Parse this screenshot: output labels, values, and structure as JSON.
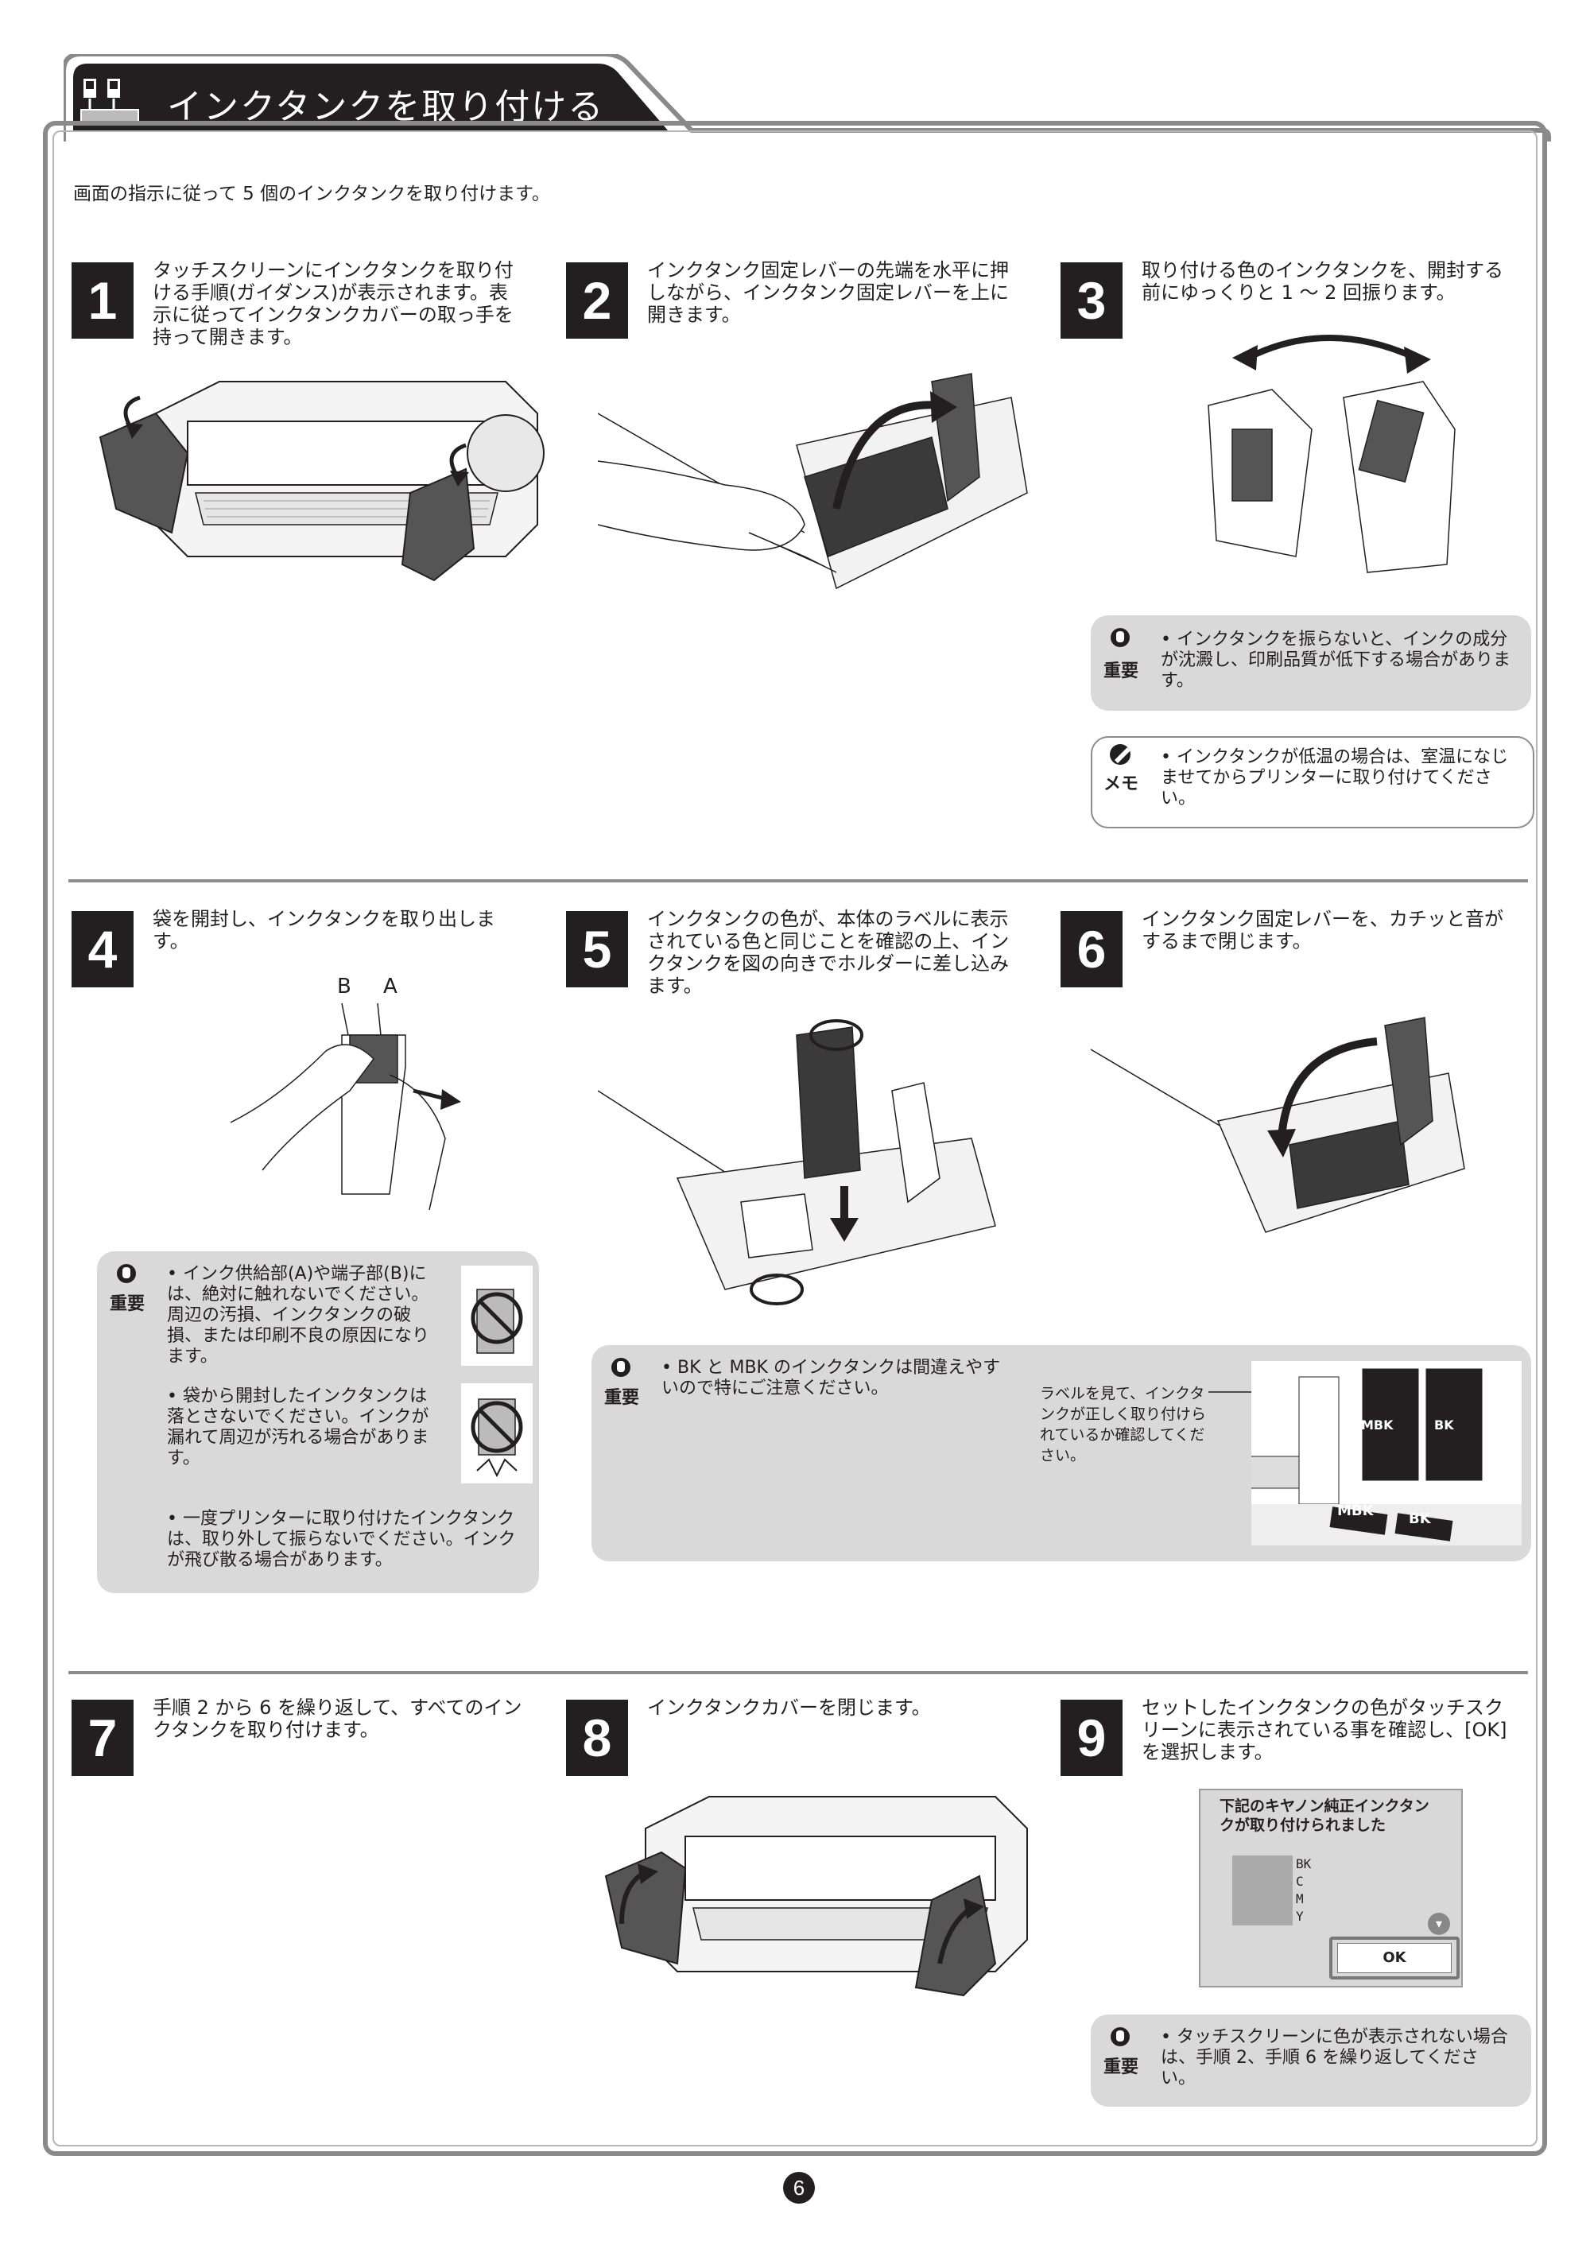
{
  "header": {
    "title": "インクタンクを取り付ける",
    "intro": "画面の指示に従って 5 個のインクタンクを取り付けます。"
  },
  "steps": [
    {
      "num": "1",
      "text": "タッチスクリーンにインクタンクを取り付ける手順(ガイダンス)が表示されます。表示に従ってインクタンクカバーの取っ手を持って開きます。"
    },
    {
      "num": "2",
      "text": "インクタンク固定レバーの先端を水平に押しながら、インクタンク固定レバーを上に開きます。"
    },
    {
      "num": "3",
      "text": "取り付ける色のインクタンクを、開封する前にゆっくりと 1 〜 2 回振ります。"
    },
    {
      "num": "4",
      "text": "袋を開封し、インクタンクを取り出します。"
    },
    {
      "num": "5",
      "text": "インクタンクの色が、本体のラベルに表示されている色と同じことを確認の上、インクタンクを図の向きでホルダーに差し込みます。"
    },
    {
      "num": "6",
      "text": "インクタンク固定レバーを、カチッと音がするまで閉じます。"
    },
    {
      "num": "7",
      "text": "手順 2 から 6 を繰り返して、すべてのインクタンクを取り付けます。"
    },
    {
      "num": "8",
      "text": "インクタンクカバーを閉じます。"
    },
    {
      "num": "9",
      "text": "セットしたインクタンクの色がタッチスクリーンに表示されている事を確認し、[OK] を選択します。"
    }
  ],
  "labels": {
    "important": "重要",
    "memo": "メモ",
    "cartridge_b": "B",
    "cartridge_a": "A"
  },
  "notes": {
    "step3_important": "• インクタンクを振らないと、インクの成分が沈澱し、印刷品質が低下する場合があります。",
    "step3_memo": "• インクタンクが低温の場合は、室温になじませてからプリンターに取り付けてください。",
    "step4_important_1": "• インク供給部(A)や端子部(B)には、絶対に触れないでください。周辺の汚損、インクタンクの破損、または印刷不良の原因になります。",
    "step4_important_2": "• 袋から開封したインクタンクは落とさないでください。インクが漏れて周辺が汚れる場合があります。",
    "step4_important_3": "• 一度プリンターに取り付けたインクタンクは、取り外して振らないでください。インクが飛び散る場合があります。",
    "step56_important": "• BK と MBK のインクタンクは間違えやすいので特にご注意ください。",
    "step56_label_check": "ラベルを見て、インクタンクが正しく取り付けられているか確認してください。",
    "step9_important": "• タッチスクリーンに色が表示されない場合は、手順 2、手順 6 を繰り返してください。"
  },
  "ink_labels": {
    "mbk": "MBK",
    "bk": "BK"
  },
  "screen": {
    "message": "下記のキヤノン純正インクタンクが取り付けられました",
    "colors": [
      "BK",
      "C",
      "M",
      "Y"
    ],
    "ok_label": "OK"
  },
  "page_number": "6"
}
